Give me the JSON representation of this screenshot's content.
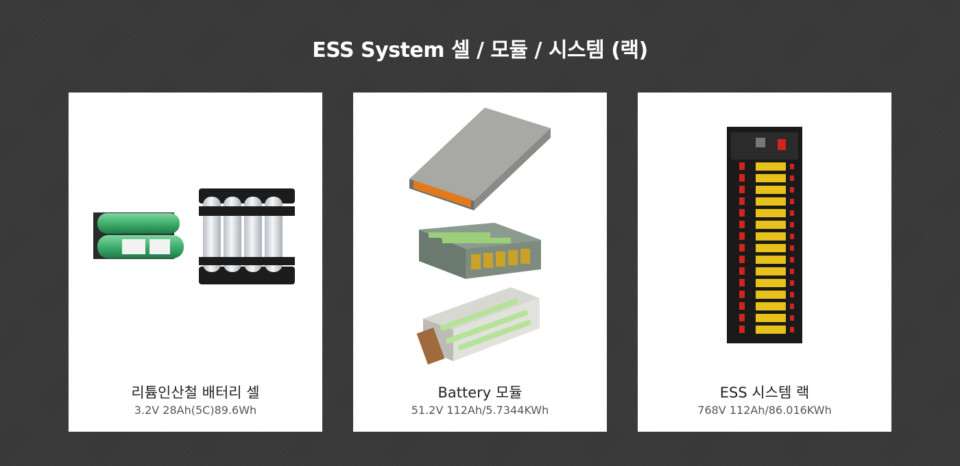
{
  "header": {
    "title": "ESS System 셀 / 모듈 / 시스템 (랙)"
  },
  "cards": [
    {
      "title": "리튬인산철 배터리 셀",
      "spec": "3.2V 28Ah(5C)89.6Wh"
    },
    {
      "title": "Battery 모듈",
      "spec": "51.2V 112Ah/5.7344KWh"
    },
    {
      "title": "ESS 시스템 랙",
      "spec": "768V 112Ah/86.016KWh"
    }
  ],
  "colors": {
    "background": "#3a3a3a",
    "cell_green": "#3faf6e",
    "cell_silver": "#d9d9d9",
    "module_orange": "#e07a1c",
    "rack_yellow": "#e8c21a",
    "rack_red": "#d0241f"
  }
}
